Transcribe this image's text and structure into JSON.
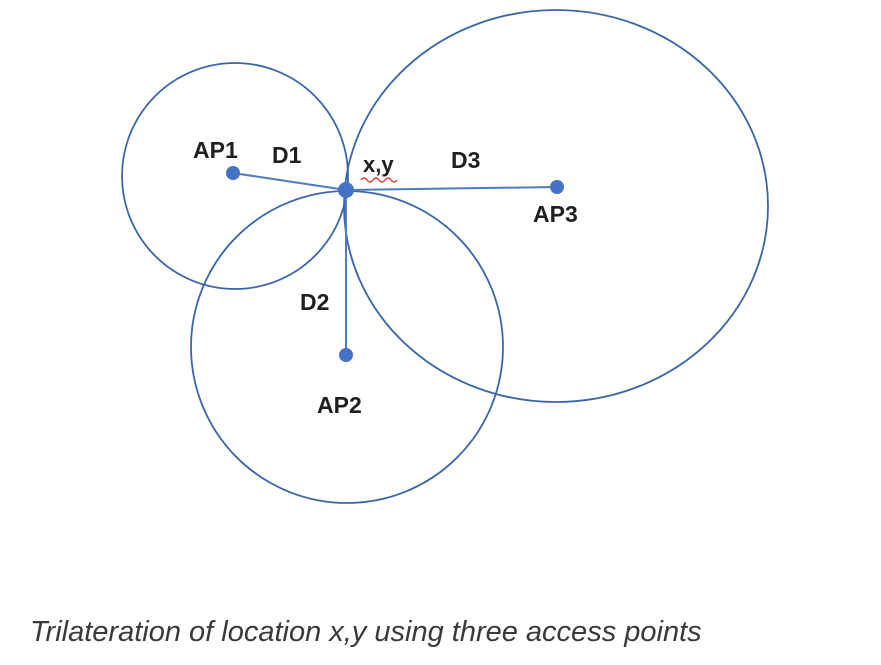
{
  "diagram": {
    "caption": "Trilateration of location x,y using three access points",
    "labels": {
      "ap1": "AP1",
      "ap2": "AP2",
      "ap3": "AP3",
      "d1": "D1",
      "d2": "D2",
      "d3": "D3",
      "point": "x,y"
    },
    "colors": {
      "circle_stroke": "#3a66a8",
      "line_stroke": "#4d7cc0",
      "dot_fill": "#4472c4",
      "squiggle": "#e03c31"
    }
  }
}
